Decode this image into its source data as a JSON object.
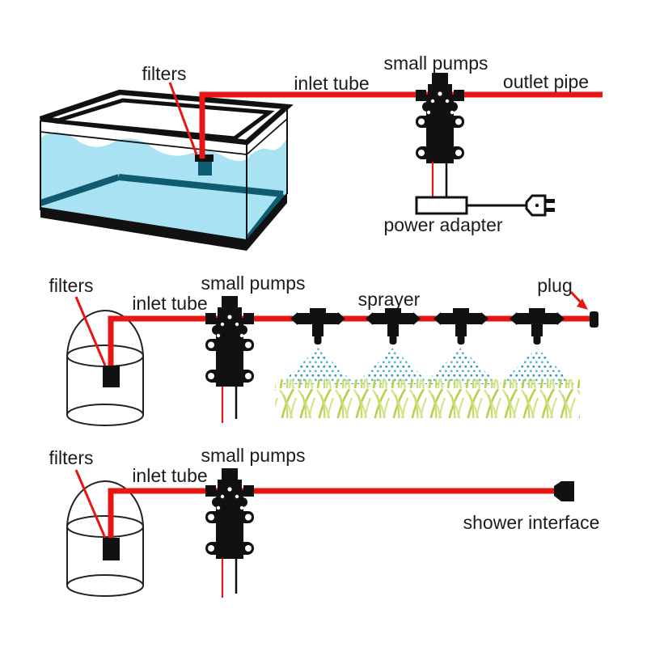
{
  "sections": [
    {
      "name": "aquarium-circulation",
      "labels": {
        "filters": "filters",
        "inlet_tube": "inlet tube",
        "small_pumps": "small pumps",
        "outlet_pipe": "outlet pipe",
        "power_adapter": "power adapter"
      },
      "components": [
        "fish-tank",
        "filter",
        "inlet-tube",
        "small-pump",
        "outlet-pipe",
        "power-adapter",
        "power-plug"
      ]
    },
    {
      "name": "garden-misting",
      "labels": {
        "filters": "filters",
        "inlet_tube": "inlet tube",
        "small_pumps": "small pumps",
        "sprayer": "sprayer",
        "plug": "plug"
      },
      "components": [
        "water-container",
        "filter",
        "inlet-tube",
        "small-pump",
        "tee-sprayers",
        "mist-spray",
        "grass",
        "end-plug"
      ]
    },
    {
      "name": "shower-line",
      "labels": {
        "filters": "filters",
        "inlet_tube": "inlet tube",
        "small_pumps": "small pumps",
        "shower_interface": "shower interface"
      },
      "components": [
        "water-container",
        "filter",
        "inlet-tube",
        "small-pump",
        "shower-interface"
      ]
    }
  ],
  "palette": {
    "tube_red": "#e81613",
    "water_light": "#a9e2f3",
    "water_dark": "#0e5b72",
    "mist_blue": "#2f9ac2",
    "grass_green": "#b3d14a",
    "grass_light": "#d4e58d",
    "component_black": "#111111",
    "text": "#1c1c1c",
    "background": "#ffffff"
  }
}
